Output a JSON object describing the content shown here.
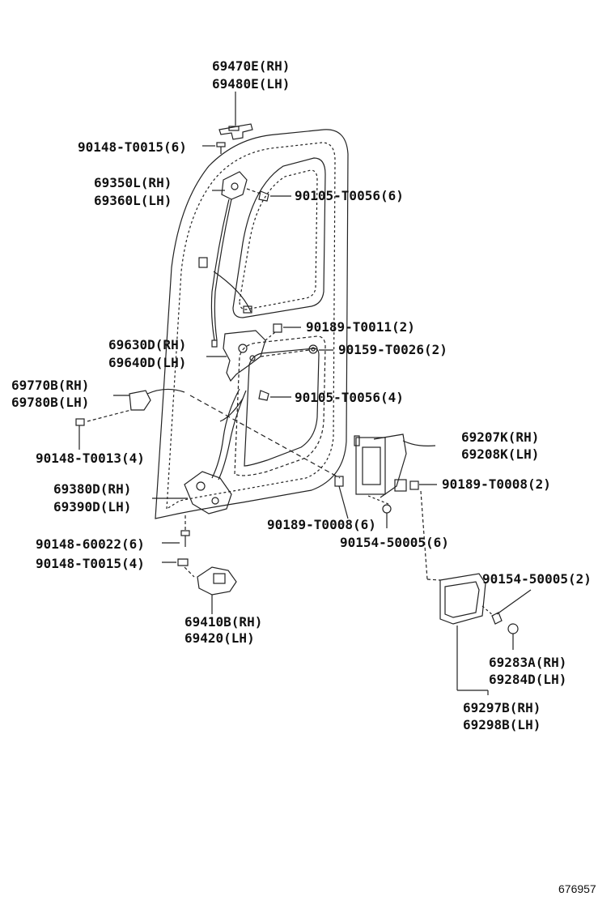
{
  "labels": {
    "hinge_upper": [
      "69470E(RH)",
      "69480E(LH)"
    ],
    "bolt_upper": "90148-T0015(6)",
    "upper_lock": [
      "69350L(RH)",
      "69360L(LH)"
    ],
    "bolt_upper_lock": "90105-T0056(6)",
    "clip_t0011": "90189-T0011(2)",
    "nut_t0026": "90159-T0026(2)",
    "center_lock": [
      "69630D(RH)",
      "69640D(LH)"
    ],
    "bolt_center": "90105-T0056(4)",
    "cable_assy": [
      "69770B(RH)",
      "69780B(LH)"
    ],
    "screw_t0013": "90148-T0013(4)",
    "inside_handle": [
      "69207K(RH)",
      "69208K(LH)"
    ],
    "clip_t0008_right": "90189-T0008(2)",
    "lower_lock": [
      "69380D(RH)",
      "69390D(LH)"
    ],
    "clip_t0008_left": "90189-T0008(6)",
    "screw_50005_6": "90154-50005(6)",
    "bolt_60022": "90148-60022(6)",
    "bolt_t0015_4": "90148-T0015(4)",
    "screw_50005_2": "90154-50005(2)",
    "lower_hinge": [
      "69410B(RH)",
      "69420(LH)"
    ],
    "bezel_cap": [
      "69283A(RH)",
      "69284D(LH)"
    ],
    "bezel": [
      "69297B(RH)",
      "69298B(LH)"
    ]
  },
  "figure_number": "676957"
}
